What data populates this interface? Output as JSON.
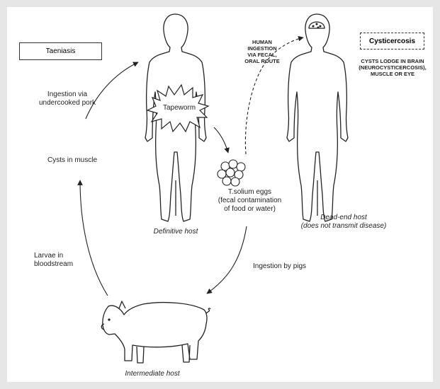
{
  "taeniasis_label": "Taeniasis",
  "cysticercosis_label": "Cysticercosis",
  "tapeworm_label": "Tapeworm",
  "ingestion_pork": [
    "Ingestion via",
    "undercooked pork"
  ],
  "cysts_in_muscle": "Cysts in muscle",
  "larvae_bloodstream": [
    "Larvae in",
    "bloodstream"
  ],
  "definitive_host": "Definitive host",
  "eggs": [
    "T.solium eggs",
    "(fecal contamination",
    "of food or water)"
  ],
  "ingestion_pigs": "Ingestion by pigs",
  "intermediate_host": "Intermediate host",
  "human_ingestion": [
    "HUMAN",
    "INGESTION",
    "VIA FECAL,",
    "ORAL ROUTE"
  ],
  "cysts_lodge": [
    "CYSTS LODGE IN BRAIN",
    "(NEUROCYSTICERCOSIS),",
    "MUSCLE OR EYE"
  ],
  "dead_end_host": [
    "Dead-end host",
    "(does not transmit disease)"
  ],
  "colors": {
    "page_bg": "#e6e6e6",
    "canvas": "#ffffff",
    "ink": "#222222"
  }
}
